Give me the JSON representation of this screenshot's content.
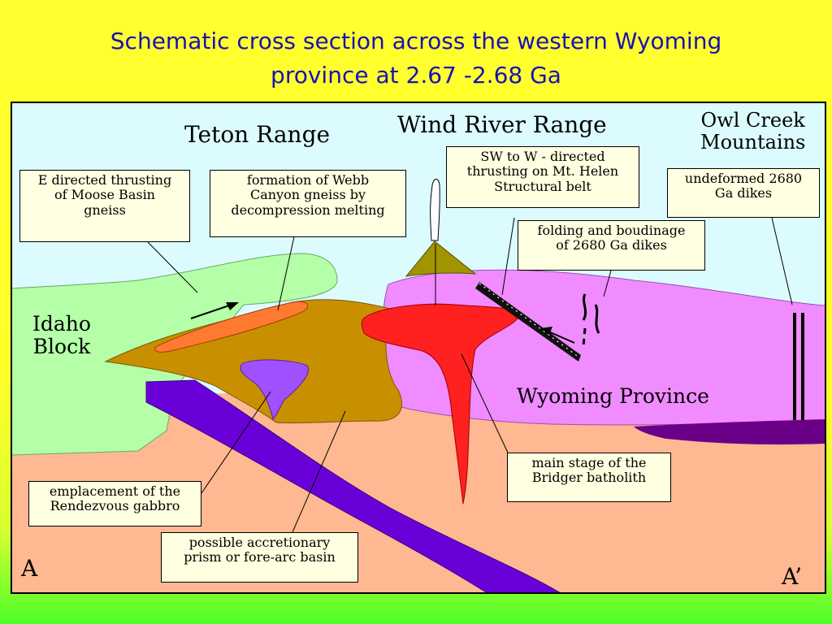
{
  "title": {
    "line1": "Schematic cross section across the western Wyoming",
    "line2": "province at 2.67 -2.68 Ga"
  },
  "labels": {
    "teton": "Teton Range",
    "wind_river": "Wind River Range",
    "owl_creek_1": "Owl Creek",
    "owl_creek_2": "Mountains",
    "idaho_1": "Idaho",
    "idaho_2": "Block",
    "wyoming": "Wyoming Province",
    "section_start": "A",
    "section_end": "A’"
  },
  "callouts": {
    "thrusting_moose": [
      "E directed thrusting",
      "of Moose Basin",
      "gneiss"
    ],
    "webb_canyon": [
      "formation of Webb",
      "Canyon gneiss by",
      "decompression melting"
    ],
    "mt_helen": [
      "SW to W - directed",
      "thrusting on Mt. Helen",
      "Structural belt"
    ],
    "undeformed_dikes": [
      "undeformed 2680",
      "Ga dikes"
    ],
    "folding_dikes": [
      "folding and boudinage",
      "of 2680 Ga dikes"
    ],
    "bridger": [
      "main stage of the",
      "Bridger batholith"
    ],
    "rendezvous": [
      "emplacement of the",
      "Rendezvous gabbro"
    ],
    "accretionary": [
      "possible accretionary",
      "prism or fore-arc basin"
    ]
  },
  "colors": {
    "title": "#1a10b4",
    "sky": "#dcfbff",
    "lower_crust": "#ffb892",
    "idaho_block": "#b4ffa8",
    "brown_basin": "#c89000",
    "wyoming_province": "#f08cff",
    "batholith": "#ff2020",
    "slab": "#6a00d8",
    "gabbro": "#a050ff",
    "webb_gneiss": "#ff7a30",
    "volcano": "#a09400",
    "callout_fill": "#ffffe1"
  }
}
